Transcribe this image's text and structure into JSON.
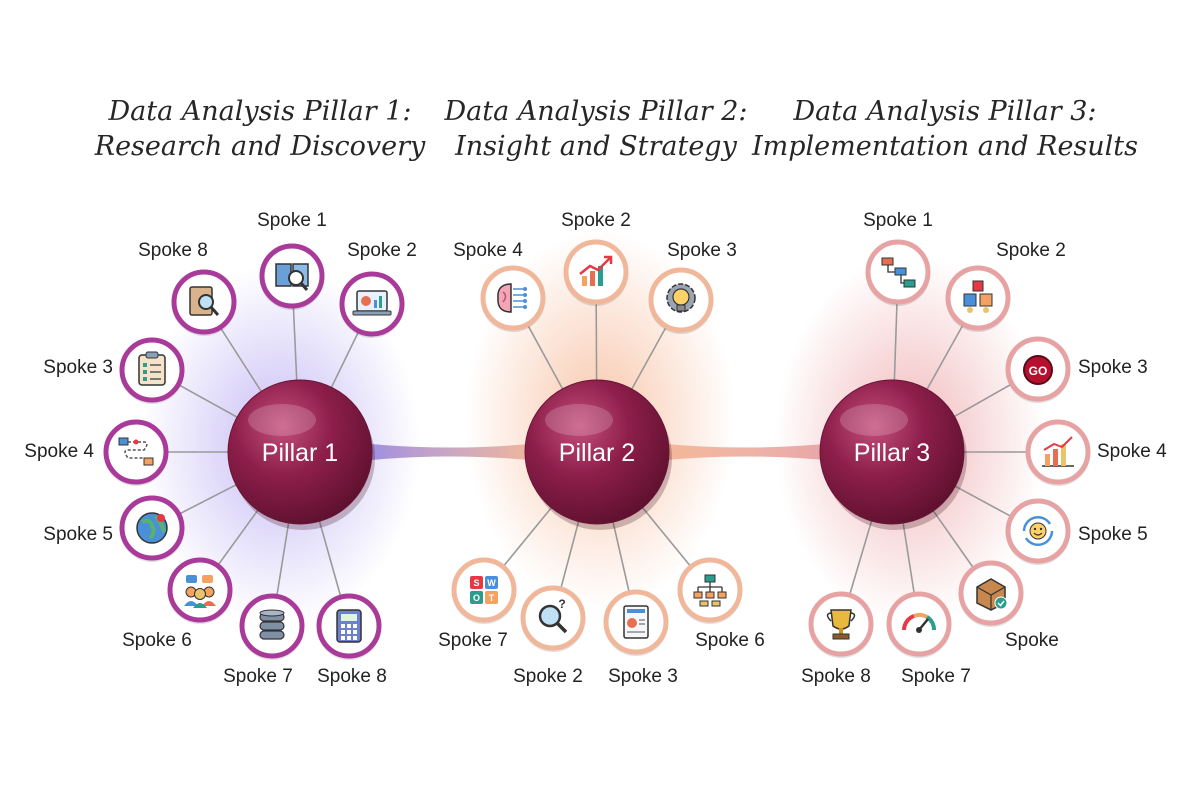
{
  "pillars": [
    {
      "title_line1": "Data Analysis Pillar 1:",
      "title_line2": "Research and Discovery",
      "hub_label": "Pillar 1",
      "halo_color": "#b3a4f2",
      "ring_color": "#a93a9a",
      "spokes": [
        {
          "label": "Spoke 1",
          "icon": "book-search-icon"
        },
        {
          "label": "Spoke 2",
          "icon": "laptop-analytics-icon"
        },
        {
          "label": "Spoke 8",
          "icon": "document-magnifier-icon"
        },
        {
          "label": "Spoke 3",
          "icon": "clipboard-checklist-icon"
        },
        {
          "label": "Spoke 4",
          "icon": "process-flow-icon"
        },
        {
          "label": "Spoke 5",
          "icon": "globe-location-icon"
        },
        {
          "label": "Spoke 6",
          "icon": "team-chat-icon"
        },
        {
          "label": "Spoke 7",
          "icon": "database-icon"
        },
        {
          "label": "Spoke 8",
          "icon": "calculator-icon"
        }
      ]
    },
    {
      "title_line1": "Data Analysis Pillar 2:",
      "title_line2": "Insight and Strategy",
      "hub_label": "Pillar 2",
      "halo_color": "#f6b48f",
      "ring_color": "#f0b79a",
      "spokes": [
        {
          "label": "Spoke 2",
          "icon": "growth-chart-icon"
        },
        {
          "label": "Spoke 4",
          "icon": "brain-circuit-icon"
        },
        {
          "label": "Spoke 3",
          "icon": "lightbulb-gear-icon"
        },
        {
          "label": "Spoke 7",
          "icon": "swot-icon"
        },
        {
          "label": "Spoke 2",
          "icon": "question-magnifier-icon"
        },
        {
          "label": "Spoke 3",
          "icon": "business-report-icon"
        },
        {
          "label": "Spoke 6",
          "icon": "org-chart-icon"
        }
      ]
    },
    {
      "title_line1": "Data Analysis Pillar 3:",
      "title_line2": "Implementation and Results",
      "hub_label": "Pillar 3",
      "halo_color": "#ec9fa2",
      "ring_color": "#e7a3a3",
      "spokes": [
        {
          "label": "Spoke 1",
          "icon": "flowchart-icon"
        },
        {
          "label": "Spoke 2",
          "icon": "team-puzzle-icon"
        },
        {
          "label": "Spoke 3",
          "icon": "go-button-icon",
          "icon_text": "GO"
        },
        {
          "label": "Spoke 4",
          "icon": "bar-growth-icon"
        },
        {
          "label": "Spoke 5",
          "icon": "satisfaction-cycle-icon"
        },
        {
          "label": "Spoke",
          "icon": "package-check-icon"
        },
        {
          "label": "Spoke 8",
          "icon": "trophy-icon"
        },
        {
          "label": "Spoke 7",
          "icon": "gauge-icon"
        }
      ]
    }
  ],
  "colors": {
    "hub": "#8e1f4b",
    "hub_highlight": "#c44f7c",
    "spoke_line": "#9a9a9a",
    "title_text": "#262626",
    "label_text": "#222222"
  }
}
